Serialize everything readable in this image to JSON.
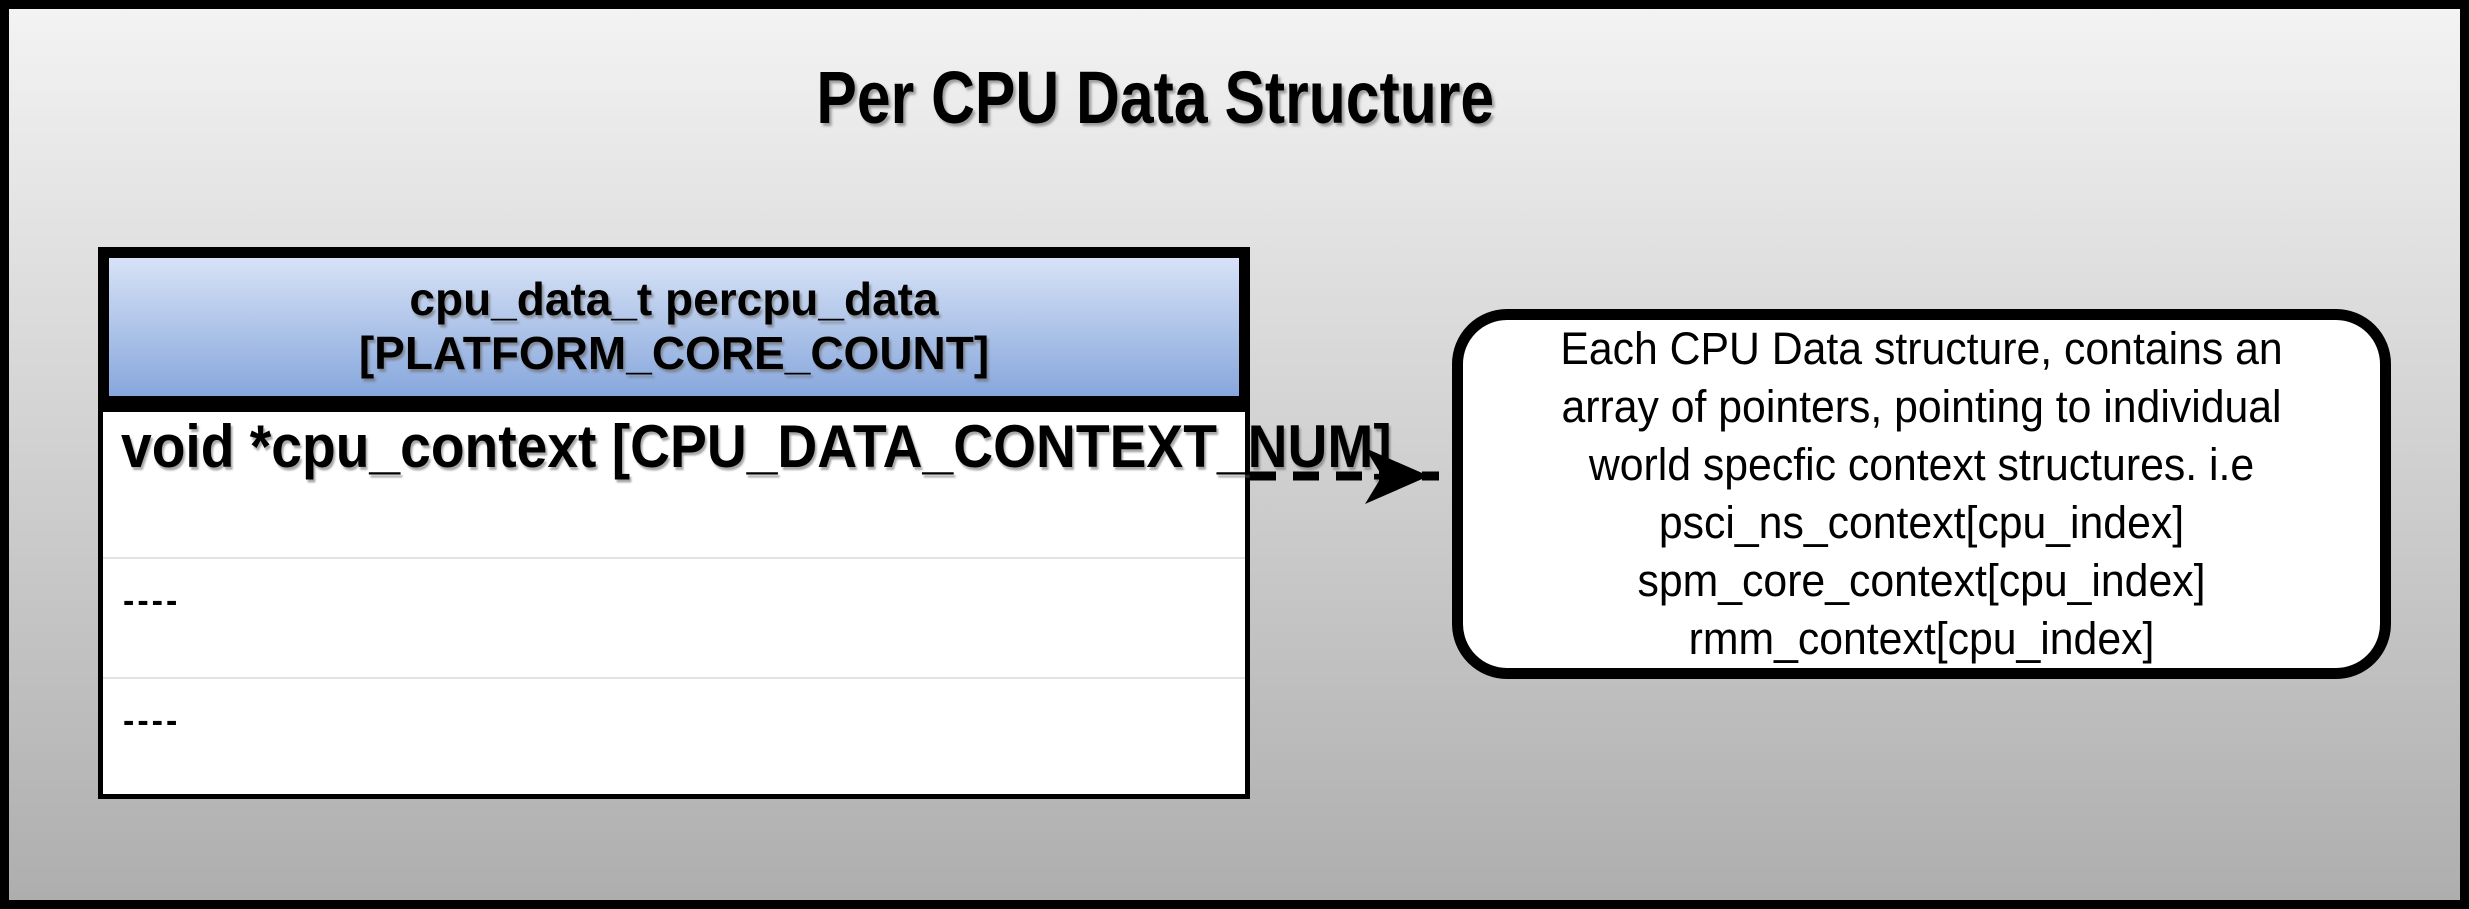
{
  "title": "Per CPU Data Structure",
  "table": {
    "header_lines": [
      "cpu_data_t percpu_data",
      "[PLATFORM_CORE_COUNT]"
    ],
    "rows": [
      "void *cpu_context [CPU_DATA_CONTEXT_NUM]",
      "----",
      "----"
    ]
  },
  "arrow": {
    "style": "dashed",
    "direction": "right"
  },
  "callout": {
    "lines": [
      "Each CPU Data structure, contains an",
      "array of pointers, pointing to individual",
      "world specfic context structures. i.e",
      "psci_ns_context[cpu_index]",
      "spm_core_context[cpu_index]",
      "rmm_context[cpu_index]"
    ]
  },
  "colors": {
    "background_top": "#f3f3f3",
    "background_bottom": "#aeaeae",
    "header_gradient_top": "#d7e2f6",
    "header_gradient_bottom": "#87a7dc",
    "separator": "#e2e2e2",
    "line": "#000000"
  }
}
